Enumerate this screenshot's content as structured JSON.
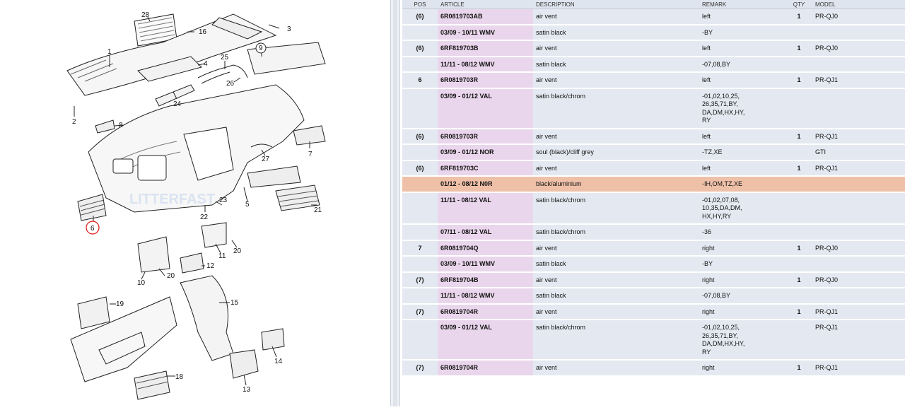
{
  "diagram": {
    "callouts": [
      "28",
      "16",
      "3",
      "1",
      "9",
      "4",
      "25",
      "26",
      "24",
      "2",
      "8",
      "7",
      "27",
      "22",
      "23",
      "5",
      "21",
      "6",
      "11",
      "20",
      "10",
      "12",
      "19",
      "15",
      "14",
      "18",
      "13"
    ],
    "watermark": "LITTERFAST"
  },
  "table": {
    "headers": [
      "POS",
      "ARTICLE",
      "DESCRIPTION",
      "REMARK",
      "QTY",
      "MODEL"
    ],
    "rows": [
      {
        "pos": "(6)",
        "article": "6R0819703AB",
        "desc": "air vent",
        "remark": "left",
        "qty": "1",
        "model": "PR-QJ0",
        "h": "main"
      },
      {
        "pos": "",
        "article": "03/09 - 10/11  WMV",
        "desc": "satin black",
        "remark": "-BY",
        "qty": "",
        "model": "",
        "h": "sub"
      },
      {
        "pos": "(6)",
        "article": "6RF819703B",
        "desc": "air vent",
        "remark": "left",
        "qty": "1",
        "model": "PR-QJ0",
        "h": "main"
      },
      {
        "pos": "",
        "article": "11/11 - 08/12  WMV",
        "desc": "satin black",
        "remark": "-07,08,BY",
        "qty": "",
        "model": "",
        "h": "sub"
      },
      {
        "pos": "6",
        "article": "6R0819703R",
        "desc": "air vent",
        "remark": "left",
        "qty": "1",
        "model": "PR-QJ1",
        "h": "main"
      },
      {
        "pos": "",
        "article": "03/09 - 01/12  VAL",
        "desc": "satin black/chrom",
        "remark": "-01,02,10,25,\n26,35,71,BY,\nDA,DM,HX,HY,\nRY",
        "qty": "",
        "model": "",
        "h": "sub"
      },
      {
        "pos": "(6)",
        "article": "6R0819703R",
        "desc": "air vent",
        "remark": "left",
        "qty": "1",
        "model": "PR-QJ1",
        "h": "main"
      },
      {
        "pos": "",
        "article": "03/09 - 01/12  NOR",
        "desc": "soul (black)/cliff grey",
        "remark": "-TZ,XE",
        "qty": "",
        "model": "GTI",
        "h": "sub"
      },
      {
        "pos": "(6)",
        "article": "6RF819703C",
        "desc": "air vent",
        "remark": "left",
        "qty": "1",
        "model": "PR-QJ1",
        "h": "main"
      },
      {
        "pos": "",
        "article": "01/12 - 08/12  N0R",
        "desc": "black/aluminium",
        "remark": "-IH,OM,TZ,XE",
        "qty": "",
        "model": "",
        "h": "hl"
      },
      {
        "pos": "",
        "article": "11/11 - 08/12  VAL",
        "desc": "satin black/chrom",
        "remark": "-01,02,07,08,\n10,35,DA,DM,\nHX,HY,RY",
        "qty": "",
        "model": "",
        "h": "sub"
      },
      {
        "pos": "",
        "article": "07/11 - 08/12  VAL",
        "desc": "satin black/chrom",
        "remark": "-36",
        "qty": "",
        "model": "",
        "h": "sub"
      },
      {
        "pos": "7",
        "article": "6R0819704Q",
        "desc": "air vent",
        "remark": "right",
        "qty": "1",
        "model": "PR-QJ0",
        "h": "main"
      },
      {
        "pos": "",
        "article": "03/09 - 10/11  WMV",
        "desc": "satin black",
        "remark": "-BY",
        "qty": "",
        "model": "",
        "h": "sub"
      },
      {
        "pos": "(7)",
        "article": "6RF819704B",
        "desc": "air vent",
        "remark": "right",
        "qty": "1",
        "model": "PR-QJ0",
        "h": "main"
      },
      {
        "pos": "",
        "article": "11/11 - 08/12  WMV",
        "desc": "satin black",
        "remark": "-07,08,BY",
        "qty": "",
        "model": "",
        "h": "sub"
      },
      {
        "pos": "(7)",
        "article": "6R0819704R",
        "desc": "air vent",
        "remark": "right",
        "qty": "1",
        "model": "PR-QJ1",
        "h": "main"
      },
      {
        "pos": "",
        "article": "03/09 - 01/12  VAL",
        "desc": "satin black/chrom",
        "remark": "-01,02,10,25,\n26,35,71,BY,\nDA,DM,HX,HY,\nRY",
        "qty": "",
        "model": "PR-QJ1",
        "h": "sub"
      },
      {
        "pos": "(7)",
        "article": "6R0819704R",
        "desc": "air vent",
        "remark": "right",
        "qty": "1",
        "model": "PR-QJ1",
        "h": "main"
      }
    ]
  }
}
